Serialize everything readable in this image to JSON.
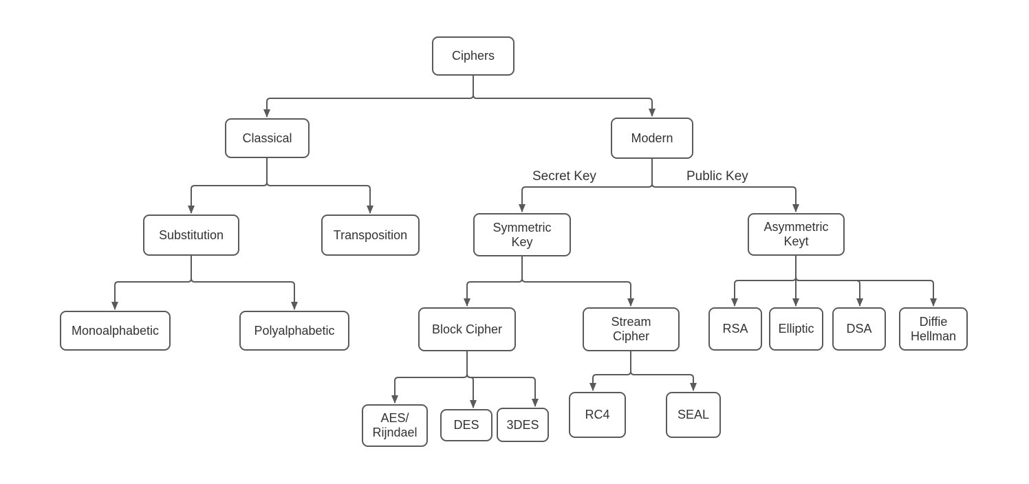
{
  "diagram": {
    "nodes": {
      "ciphers": "Ciphers",
      "classical": "Classical",
      "modern": "Modern",
      "substitution": "Substitution",
      "transposition": "Transposition",
      "symmetric_key": "Symmetric\nKey",
      "asymmetric_keyt": "Asymmetric\nKeyt",
      "monoalphabetic": "Monoalphabetic",
      "polyalphabetic": "Polyalphabetic",
      "block_cipher": "Block Cipher",
      "stream_cipher": "Stream\nCipher",
      "aes_rijndael": "AES/\nRijndael",
      "des": "DES",
      "triple_des": "3DES",
      "rc4": "RC4",
      "seal": "SEAL",
      "rsa": "RSA",
      "elliptic": "Elliptic",
      "dsa": "DSA",
      "diffie_hellman": "Diffie\nHellman"
    },
    "edge_labels": {
      "secret_key": "Secret Key",
      "public_key": "Public Key"
    },
    "edges": [
      {
        "from": "Ciphers",
        "to": "Classical"
      },
      {
        "from": "Ciphers",
        "to": "Modern"
      },
      {
        "from": "Classical",
        "to": "Substitution"
      },
      {
        "from": "Classical",
        "to": "Transposition"
      },
      {
        "from": "Substitution",
        "to": "Monoalphabetic"
      },
      {
        "from": "Substitution",
        "to": "Polyalphabetic"
      },
      {
        "from": "Modern",
        "to": "Symmetric Key",
        "label": "Secret Key"
      },
      {
        "from": "Modern",
        "to": "Asymmetric Keyt",
        "label": "Public Key"
      },
      {
        "from": "Symmetric Key",
        "to": "Block Cipher"
      },
      {
        "from": "Symmetric Key",
        "to": "Stream Cipher"
      },
      {
        "from": "Block Cipher",
        "to": "AES/Rijndael"
      },
      {
        "from": "Block Cipher",
        "to": "DES"
      },
      {
        "from": "Block Cipher",
        "to": "3DES"
      },
      {
        "from": "Stream Cipher",
        "to": "RC4"
      },
      {
        "from": "Stream Cipher",
        "to": "SEAL"
      },
      {
        "from": "Asymmetric Keyt",
        "to": "RSA"
      },
      {
        "from": "Asymmetric Keyt",
        "to": "Elliptic"
      },
      {
        "from": "Asymmetric Keyt",
        "to": "DSA"
      },
      {
        "from": "Asymmetric Keyt",
        "to": "Diffie Hellman"
      }
    ],
    "colors": {
      "border": "#595959",
      "line": "#595959",
      "text": "#333333",
      "background": "#ffffff"
    }
  }
}
